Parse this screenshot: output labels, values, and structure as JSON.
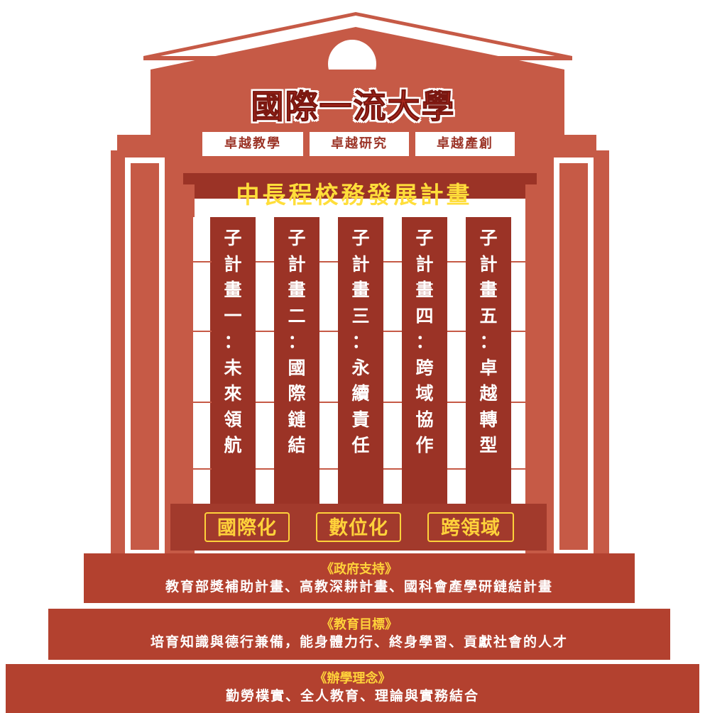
{
  "title": "國際一流大學",
  "excellence": [
    "卓越教學",
    "卓越研究",
    "卓越產創"
  ],
  "plan_title": "中長程校務發展計畫",
  "subplans": [
    {
      "text": "子計畫一：未來領航"
    },
    {
      "text": "子計畫二：國際鏈結"
    },
    {
      "text": "子計畫三：永續責任"
    },
    {
      "text": "子計畫四：跨域協作"
    },
    {
      "text": "子計畫五：卓越轉型"
    }
  ],
  "tags": [
    "國際化",
    "數位化",
    "跨領域"
  ],
  "steps": [
    {
      "title": "《政府支持》",
      "text": "教育部獎補助計畫、高教深耕計畫、國科會產學研鏈結計畫"
    },
    {
      "title": "《教育目標》",
      "text": "培育知識與德行兼備，能身體力行、終身學習、貢獻社會的人才"
    },
    {
      "title": "《辦學理念》",
      "text": "勤勞樸實、全人教育、理論與實務結合"
    }
  ],
  "colors": {
    "roof": "#c65a46",
    "column": "#9b3326",
    "accent": "#ffde3a",
    "step": "#b3412f"
  }
}
